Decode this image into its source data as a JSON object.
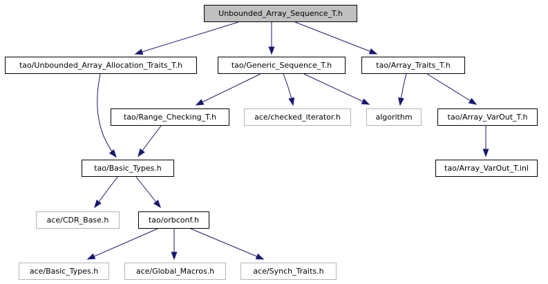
{
  "graph": {
    "type": "include-dependency-graph",
    "root": "Unbounded_Array_Sequence_T.h",
    "colors": {
      "edge": "#191970",
      "current_node_fill": "#c0c0c0",
      "internal_node_border": "#000000",
      "external_node_border": "#b4b4b4",
      "node_fill": "#ffffff",
      "text": "#000000",
      "background": "#ffffff"
    },
    "nodes": [
      {
        "id": "unbounded_array_sequence",
        "label": "Unbounded_Array_Sequence_T.h",
        "kind": "current"
      },
      {
        "id": "unbounded_array_allocation_traits",
        "label": "tao/Unbounded_Array_Allocation_Traits_T.h",
        "kind": "internal"
      },
      {
        "id": "generic_sequence",
        "label": "tao/Generic_Sequence_T.h",
        "kind": "internal"
      },
      {
        "id": "array_traits",
        "label": "tao/Array_Traits_T.h",
        "kind": "internal"
      },
      {
        "id": "range_checking",
        "label": "tao/Range_Checking_T.h",
        "kind": "internal"
      },
      {
        "id": "checked_iterator",
        "label": "ace/checked_iterator.h",
        "kind": "external"
      },
      {
        "id": "algorithm",
        "label": "algorithm",
        "kind": "external"
      },
      {
        "id": "array_varout_h",
        "label": "tao/Array_VarOut_T.h",
        "kind": "internal"
      },
      {
        "id": "basic_types",
        "label": "tao/Basic_Types.h",
        "kind": "internal"
      },
      {
        "id": "array_varout_inl",
        "label": "tao/Array_VarOut_T.inl",
        "kind": "internal"
      },
      {
        "id": "cdr_base",
        "label": "ace/CDR_Base.h",
        "kind": "external"
      },
      {
        "id": "orbconf",
        "label": "tao/orbconf.h",
        "kind": "internal"
      },
      {
        "id": "ace_basic_types",
        "label": "ace/Basic_Types.h",
        "kind": "external"
      },
      {
        "id": "ace_global_macros",
        "label": "ace/Global_Macros.h",
        "kind": "external"
      },
      {
        "id": "ace_synch_traits",
        "label": "ace/Synch_Traits.h",
        "kind": "external"
      }
    ],
    "edges": [
      {
        "from": "unbounded_array_sequence",
        "to": "unbounded_array_allocation_traits"
      },
      {
        "from": "unbounded_array_sequence",
        "to": "generic_sequence"
      },
      {
        "from": "unbounded_array_sequence",
        "to": "array_traits"
      },
      {
        "from": "unbounded_array_allocation_traits",
        "to": "basic_types"
      },
      {
        "from": "generic_sequence",
        "to": "range_checking"
      },
      {
        "from": "generic_sequence",
        "to": "checked_iterator"
      },
      {
        "from": "generic_sequence",
        "to": "algorithm"
      },
      {
        "from": "array_traits",
        "to": "algorithm"
      },
      {
        "from": "array_traits",
        "to": "array_varout_h"
      },
      {
        "from": "array_varout_h",
        "to": "array_varout_inl"
      },
      {
        "from": "range_checking",
        "to": "basic_types"
      },
      {
        "from": "basic_types",
        "to": "cdr_base"
      },
      {
        "from": "basic_types",
        "to": "orbconf"
      },
      {
        "from": "orbconf",
        "to": "ace_basic_types"
      },
      {
        "from": "orbconf",
        "to": "ace_global_macros"
      },
      {
        "from": "orbconf",
        "to": "ace_synch_traits"
      }
    ]
  }
}
